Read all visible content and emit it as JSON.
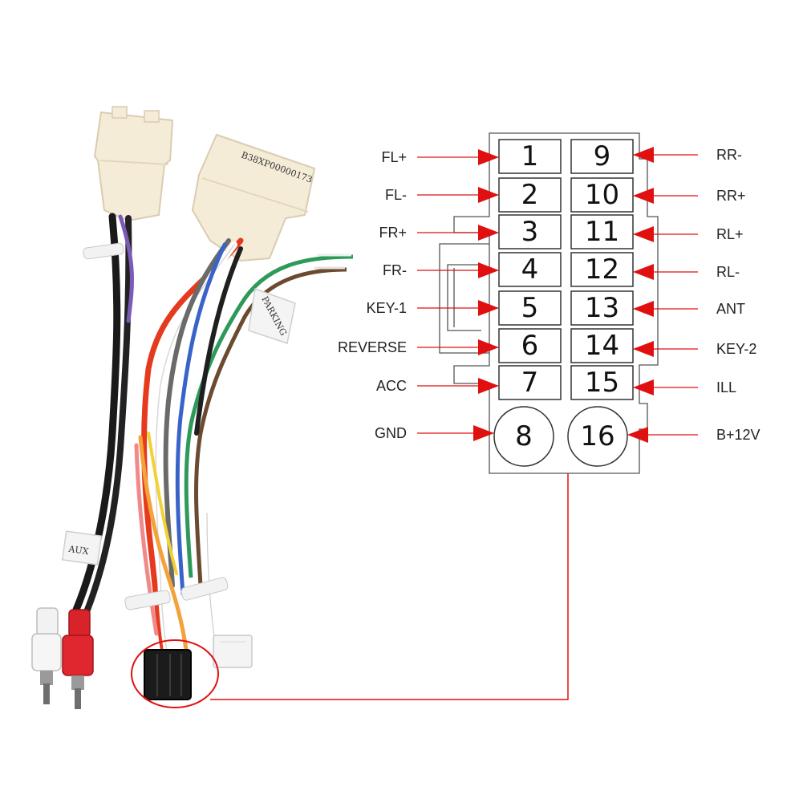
{
  "harness": {
    "connector_tag": "B38XP00000173",
    "parking_tag": "PARKING",
    "aux_tag": "AUX"
  },
  "colors": {
    "arrow": "#e01010",
    "outline": "#555555",
    "highlight": "#e01010"
  },
  "pins_left": [
    {
      "num": "1",
      "label": "FL+"
    },
    {
      "num": "2",
      "label": "FL-"
    },
    {
      "num": "3",
      "label": "FR+"
    },
    {
      "num": "4",
      "label": "FR-"
    },
    {
      "num": "5",
      "label": "KEY-1"
    },
    {
      "num": "6",
      "label": "REVERSE"
    },
    {
      "num": "7",
      "label": "ACC"
    },
    {
      "num": "8",
      "label": "GND"
    }
  ],
  "pins_right": [
    {
      "num": "9",
      "label": "RR-"
    },
    {
      "num": "10",
      "label": "RR+"
    },
    {
      "num": "11",
      "label": "RL+"
    },
    {
      "num": "12",
      "label": "RL-"
    },
    {
      "num": "13",
      "label": "ANT"
    },
    {
      "num": "14",
      "label": "KEY-2"
    },
    {
      "num": "15",
      "label": "ILL"
    },
    {
      "num": "16",
      "label": "B+12V"
    }
  ]
}
